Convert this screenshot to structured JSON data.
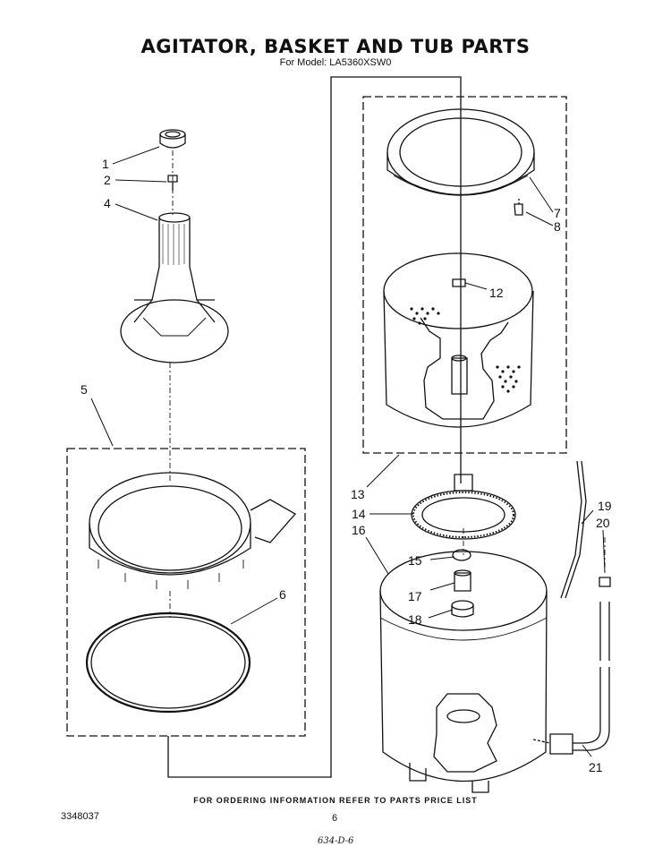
{
  "title": "AGITATOR, BASKET AND TUB PARTS",
  "subtitle": "For Model: LA5360XSW0",
  "callouts": [
    {
      "id": "c1",
      "label": "1"
    },
    {
      "id": "c2",
      "label": "2"
    },
    {
      "id": "c4",
      "label": "4"
    },
    {
      "id": "c5",
      "label": "5"
    },
    {
      "id": "c6",
      "label": "6"
    },
    {
      "id": "c7",
      "label": "7"
    },
    {
      "id": "c8",
      "label": "8"
    },
    {
      "id": "c12",
      "label": "12"
    },
    {
      "id": "c13",
      "label": "13"
    },
    {
      "id": "c14",
      "label": "14"
    },
    {
      "id": "c15",
      "label": "15"
    },
    {
      "id": "c16",
      "label": "16"
    },
    {
      "id": "c17",
      "label": "17"
    },
    {
      "id": "c18",
      "label": "18"
    },
    {
      "id": "c19",
      "label": "19"
    },
    {
      "id": "c20",
      "label": "20"
    },
    {
      "id": "c21",
      "label": "21"
    }
  ],
  "footer": {
    "ordering_note": "FOR ORDERING INFORMATION REFER TO PARTS PRICE LIST",
    "doc_number": "3348037",
    "page_number": "6",
    "handwritten": "634-D-6"
  }
}
